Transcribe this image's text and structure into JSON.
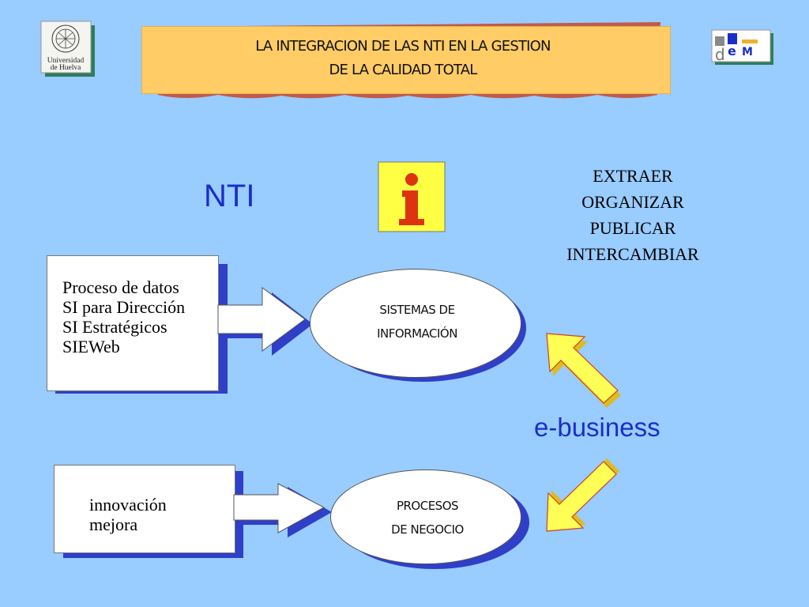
{
  "header": {
    "title_line1": "LA INTEGRACION DE LAS NTI  EN LA GESTION",
    "title_line2": "DE LA CALIDAD TOTAL"
  },
  "logos": {
    "university_line1": "Universidad",
    "university_line2": "de Huelva",
    "dem_letters": "dem"
  },
  "main": {
    "nti_label": "NTI",
    "verbs": [
      "EXTRAER",
      "ORGANIZAR",
      "PUBLICAR",
      "INTERCAMBIAR"
    ],
    "box1_items": [
      "Proceso de datos",
      "SI para Dirección",
      "SI Estratégicos",
      "SIEWeb"
    ],
    "oval1": [
      "SISTEMAS DE",
      "INFORMACIÓN"
    ],
    "box2_items": [
      "innovación",
      "mejora"
    ],
    "oval2": [
      "PROCESOS",
      "DE NEGOCIO"
    ],
    "ebusiness": "e-business"
  },
  "colors": {
    "background": "#99ccff",
    "title_bg": "#ffcc66",
    "accent_blue": "#1a2ec8",
    "arrow_yellow": "#ffff55"
  },
  "icons": {
    "info": "info-icon",
    "arrows": [
      "right-arrow",
      "diagonal-up-left-arrow",
      "diagonal-down-left-arrow"
    ]
  }
}
